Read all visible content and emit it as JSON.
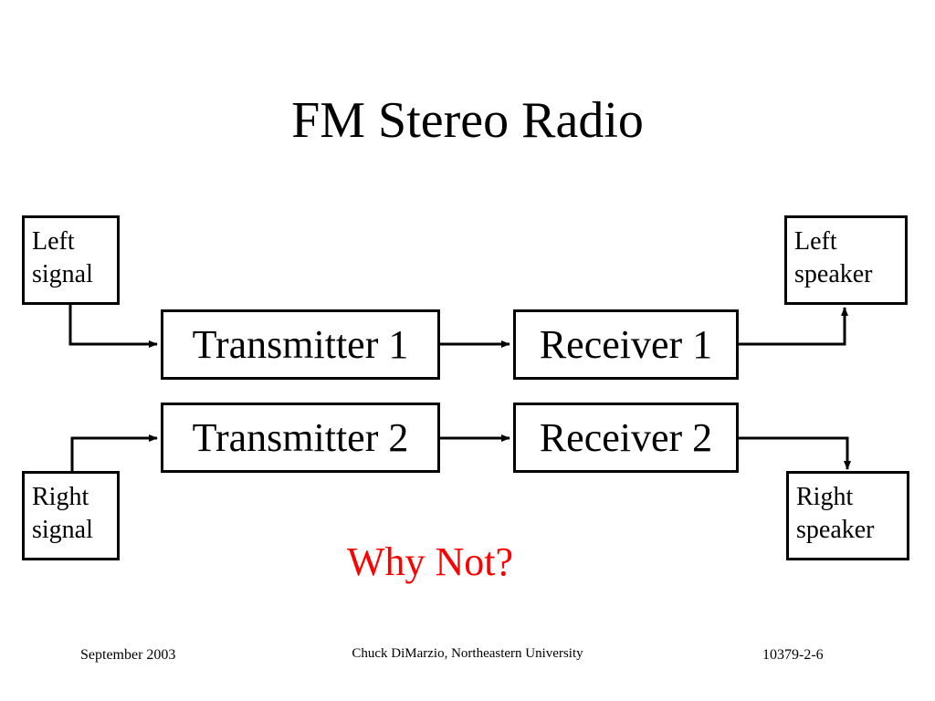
{
  "slide": {
    "title": "FM Stereo Radio",
    "note": "Why Not?",
    "colors": {
      "note": "#ff0000",
      "lines": "#000000",
      "background": "#ffffff"
    }
  },
  "blocks": {
    "left_signal": [
      "Left",
      "signal"
    ],
    "right_signal": [
      "Right",
      "signal"
    ],
    "transmitter_1": "Transmitter 1",
    "transmitter_2": "Transmitter 2",
    "receiver_1": "Receiver 1",
    "receiver_2": "Receiver 2",
    "left_speaker": [
      "Left",
      "speaker"
    ],
    "right_speaker": [
      "Right",
      "speaker"
    ]
  },
  "footer": {
    "date": "September 2003",
    "author": "Chuck DiMarzio, Northeastern University",
    "slide_number": "10379-2-6"
  }
}
